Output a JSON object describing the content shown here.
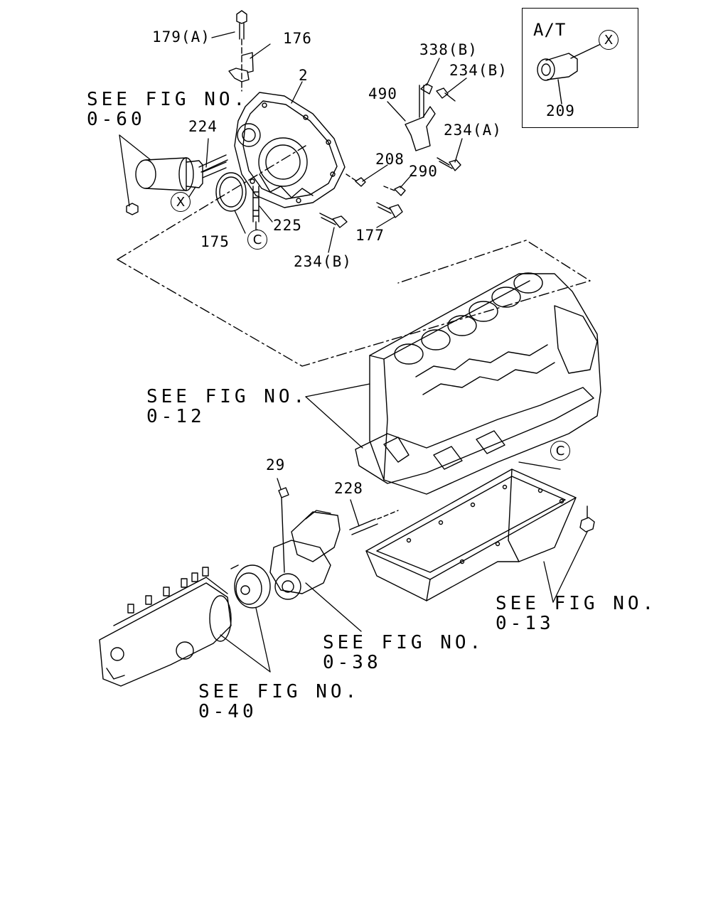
{
  "inset": {
    "title": "A/T",
    "callout_symbol": "X",
    "part": "209"
  },
  "callouts": {
    "x_symbol": "X",
    "c_symbol": "C"
  },
  "parts": {
    "p179a": "179(A)",
    "p176": "176",
    "p2": "2",
    "p338b": "338(B)",
    "p234b_top": "234(B)",
    "p490": "490",
    "p224": "224",
    "p234a": "234(A)",
    "p208": "208",
    "p290": "290",
    "p225": "225",
    "p175": "175",
    "p177": "177",
    "p234b_bottom": "234(B)",
    "p29": "29",
    "p228": "228"
  },
  "references": {
    "fig_0_60": {
      "line1": "SEE FIG NO.",
      "line2": "0-60"
    },
    "fig_0_12": {
      "line1": "SEE FIG NO.",
      "line2": "0-12"
    },
    "fig_0_13": {
      "line1": "SEE FIG NO.",
      "line2": "0-13"
    },
    "fig_0_38": {
      "line1": "SEE FIG NO.",
      "line2": "0-38"
    },
    "fig_0_40": {
      "line1": "SEE FIG NO.",
      "line2": "0-40"
    }
  }
}
